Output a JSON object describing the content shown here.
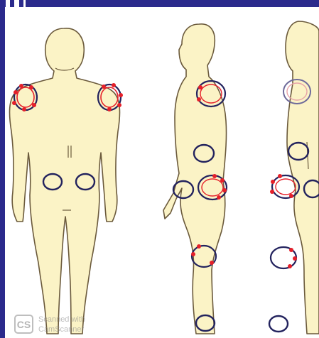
{
  "colors": {
    "frame": "#2b2a8c",
    "skin": "#fbf3c6",
    "outline": "#6b5a3c",
    "ring": "#23235e",
    "marker": "#e5202a"
  },
  "watermark": {
    "logo": "CS",
    "line1": "Scanned with",
    "line2": "CamScanner"
  }
}
